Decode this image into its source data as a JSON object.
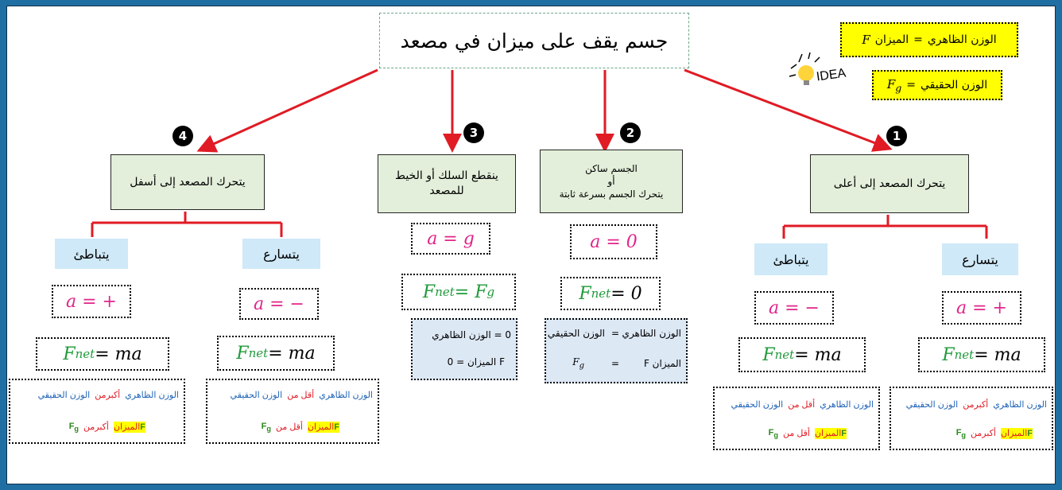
{
  "title": "جسم يقف على ميزان في مصعد",
  "idea": {
    "label": "IDEA",
    "apparent": {
      "text": "الوزن الظاهري",
      "eq": "=",
      "sym": "F",
      "name": "الميزان"
    },
    "true": {
      "text": "الوزن الحقيقي",
      "eq": "=",
      "sym": "F",
      "sub": "g"
    }
  },
  "cases": [
    {
      "num": "1",
      "title": "يتحرك المصعد إلى أعلى"
    },
    {
      "num": "2",
      "title_lines": [
        "الجسم ساكن",
        "أو",
        "يتحرك الجسم بسرعة ثابتة"
      ]
    },
    {
      "num": "3",
      "title_lines": [
        "ينقطع السلك أو الخيط",
        "للمصعد"
      ]
    },
    {
      "num": "4",
      "title": "يتحرك المصعد إلى أسفل"
    }
  ],
  "labels": {
    "accel": "يتسارع",
    "decel": "يتباطئ"
  },
  "eqs": {
    "a_plus": "a = +",
    "a_minus": "a = −",
    "a_zero": "a = 0",
    "a_g": "a = g",
    "f_ma_main": "F",
    "f_ma_sub": "net",
    "f_ma_rest": " = ma",
    "f_zero_rest": " = 0",
    "f_fg_rest": " = F",
    "f_fg_sub": "g"
  },
  "rel": {
    "apparent": "الوزن الظاهري",
    "true": "الوزن الحقيقي",
    "greater": "أكبر من",
    "greater2": "أكبرمن",
    "less": "أقل من",
    "scale": "الميزان",
    "F": "F",
    "Fg": "F",
    "g": "g"
  },
  "panel2": {
    "l1a": "الوزن الظاهري",
    "l1b": "=",
    "l1c": "الوزن الحقيقي",
    "l2a": "F",
    "l2b": "=",
    "l2c": "الميزان F",
    "g": "g"
  },
  "panel3": {
    "l1": "0 = الوزن الظاهري",
    "l2": "F الميزان = 0"
  }
}
